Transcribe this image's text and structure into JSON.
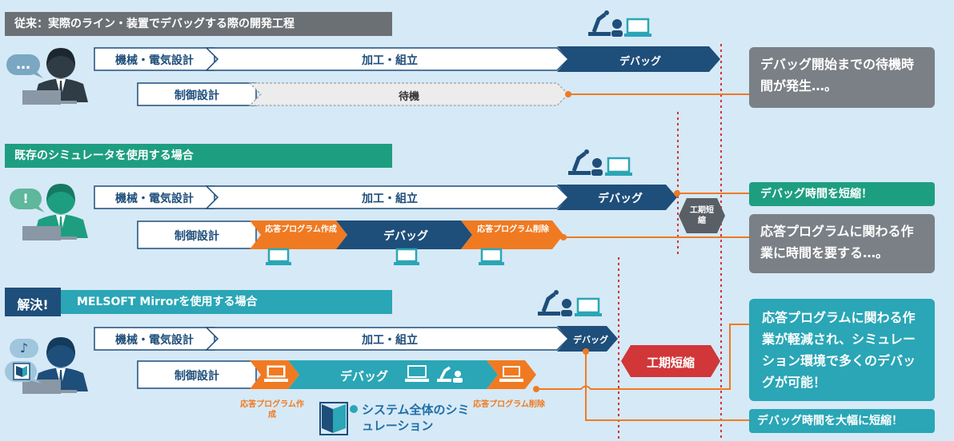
{
  "colors": {
    "background": "#d6e9f6",
    "navy": "#1e4e7a",
    "orange": "#f07a22",
    "teal": "#2aa6b6",
    "green": "#1e9e80",
    "gray_header": "#6b7075",
    "gray_note": "#7b8086",
    "red": "#d13638"
  },
  "sections": {
    "conventional": {
      "header": "従来：実際のライン・装置でデバッグする際の開発工程",
      "speech": "…",
      "row1": {
        "mech": "機械・電気設計",
        "process": "加工・組立",
        "debug": "デバッグ"
      },
      "row2": {
        "control": "制御設計",
        "wait": "待機"
      },
      "note": "デバッグ開始までの待機時間が発生…。"
    },
    "simulator": {
      "header": "既存のシミュレータを使用する場合",
      "speech": "!",
      "row1": {
        "mech": "機械・電気設計",
        "process": "加工・組立",
        "debug": "デバッグ"
      },
      "row2": {
        "control": "制御設計",
        "create": "応答プログラム作成",
        "debug": "デバッグ",
        "delete": "応答プログラム削除"
      },
      "badge": "工期短縮",
      "note_top": "デバッグ時間を短縮！",
      "note_bottom": "応答プログラムに関わる作業に時間を要する…。"
    },
    "mirror": {
      "tag": "解決!",
      "header": "MELSOFT Mirrorを使用する場合",
      "speech": "♪",
      "row1": {
        "mech": "機械・電気設計",
        "process": "加工・組立",
        "debug": "デバッグ"
      },
      "row2": {
        "control": "制御設計",
        "debug": "デバッグ"
      },
      "create_caption": "応答プログラム作成",
      "delete_caption": "応答プログラム削除",
      "badge": "工期短縮",
      "system_sim": "システム全体のシミュレーション",
      "note_main": "応答プログラムに関わる作業が軽減され、シミュレーション環境で多くのデバッグが可能！",
      "note_bottom": "デバッグ時間を大幅に短縮！"
    }
  }
}
